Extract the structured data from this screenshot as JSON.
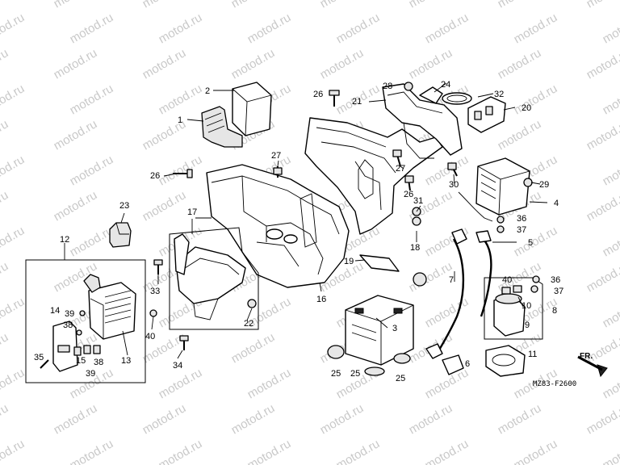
{
  "watermark": {
    "text": "motod.ru",
    "color": "#c9c9c9"
  },
  "diagram_code": "MZ83-F2600",
  "front_indicator": "FR.",
  "callouts": [
    {
      "id": "c1",
      "label": "1"
    },
    {
      "id": "c2",
      "label": "2"
    },
    {
      "id": "c3",
      "label": "3"
    },
    {
      "id": "c4",
      "label": "4"
    },
    {
      "id": "c5",
      "label": "5"
    },
    {
      "id": "c6",
      "label": "6"
    },
    {
      "id": "c7",
      "label": "7"
    },
    {
      "id": "c8",
      "label": "8"
    },
    {
      "id": "c9",
      "label": "9"
    },
    {
      "id": "c10",
      "label": "10"
    },
    {
      "id": "c11",
      "label": "11"
    },
    {
      "id": "c12",
      "label": "12"
    },
    {
      "id": "c13",
      "label": "13"
    },
    {
      "id": "c14",
      "label": "14"
    },
    {
      "id": "c15",
      "label": "15"
    },
    {
      "id": "c16",
      "label": "16"
    },
    {
      "id": "c17",
      "label": "17"
    },
    {
      "id": "c18",
      "label": "18"
    },
    {
      "id": "c19",
      "label": "19"
    },
    {
      "id": "c20",
      "label": "20"
    },
    {
      "id": "c21",
      "label": "21"
    },
    {
      "id": "c22",
      "label": "22"
    },
    {
      "id": "c23",
      "label": "23"
    },
    {
      "id": "c24",
      "label": "24"
    },
    {
      "id": "c25a",
      "label": "25"
    },
    {
      "id": "c25b",
      "label": "25"
    },
    {
      "id": "c25c",
      "label": "25"
    },
    {
      "id": "c26a",
      "label": "26"
    },
    {
      "id": "c26b",
      "label": "26"
    },
    {
      "id": "c26c",
      "label": "26"
    },
    {
      "id": "c27a",
      "label": "27"
    },
    {
      "id": "c27b",
      "label": "27"
    },
    {
      "id": "c28",
      "label": "28"
    },
    {
      "id": "c29",
      "label": "29"
    },
    {
      "id": "c30",
      "label": "30"
    },
    {
      "id": "c31",
      "label": "31"
    },
    {
      "id": "c32",
      "label": "32"
    },
    {
      "id": "c33",
      "label": "33"
    },
    {
      "id": "c34",
      "label": "34"
    },
    {
      "id": "c35",
      "label": "35"
    },
    {
      "id": "c36a",
      "label": "36"
    },
    {
      "id": "c36b",
      "label": "36"
    },
    {
      "id": "c37a",
      "label": "37"
    },
    {
      "id": "c37b",
      "label": "37"
    },
    {
      "id": "c38a",
      "label": "38"
    },
    {
      "id": "c38b",
      "label": "38"
    },
    {
      "id": "c39a",
      "label": "39"
    },
    {
      "id": "c39b",
      "label": "39"
    },
    {
      "id": "c40a",
      "label": "40"
    },
    {
      "id": "c40b",
      "label": "40"
    }
  ]
}
